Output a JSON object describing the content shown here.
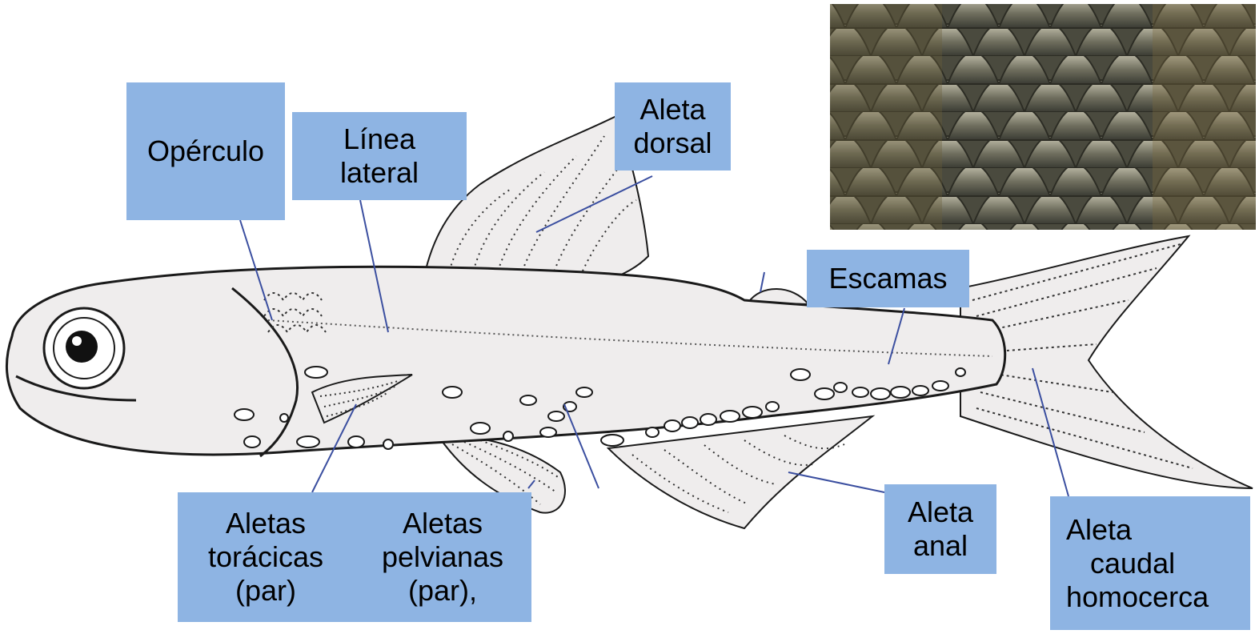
{
  "labels": {
    "operculo": "Opérculo",
    "linea_lateral": "Línea\nlateral",
    "aleta_dorsal": "Aleta\ndorsal",
    "escamas": "Escamas",
    "aletas_toracicas": "Aletas\ntorácicas\n(par)",
    "aletas_pelvianas": "Aletas\npelvianas\n(par),",
    "aleta_anal": "Aleta\nanal",
    "aleta_caudal": "Aleta\n   caudal\nhomocerca"
  },
  "colors": {
    "label_bg": "#8eb4e3",
    "leader_line": "#3b4fa0",
    "fish_fill": "#efeded",
    "outline": "#1a1a1a"
  },
  "photo": {
    "subject": "fish-scales-photo"
  }
}
